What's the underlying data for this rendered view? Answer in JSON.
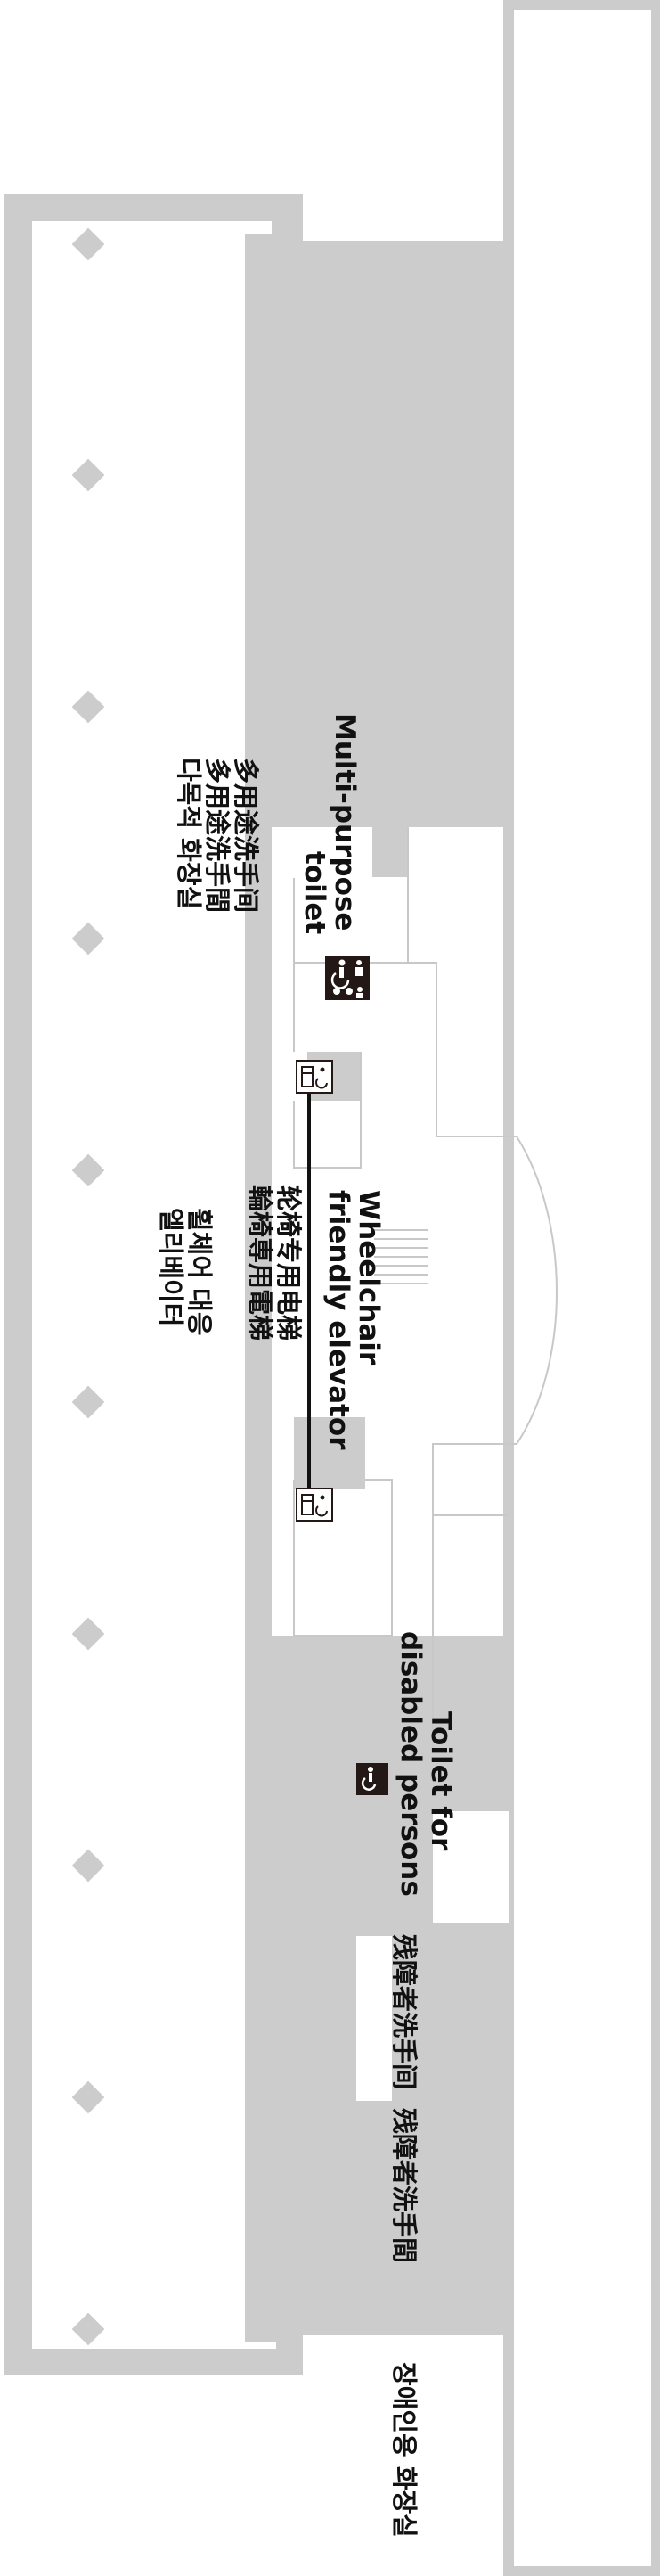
{
  "colors": {
    "wall": "#d0d0d0",
    "outline": "#c8c8c8",
    "text": "#111111",
    "sign_bg": "#231815",
    "route_line": "#111111"
  },
  "labels": {
    "multi_purpose": {
      "en_line1": "Multi-purpose",
      "en_line2": "toilet",
      "zh_cn": "多用途洗手间",
      "zh_tw": "多用途洗手間",
      "ko": "다목적 화장실"
    },
    "elevator": {
      "en_line1": "Wheelchair",
      "en_line2": "friendly elevator",
      "zh_cn": "轮椅专用电梯",
      "zh_tw": "輪椅専用電梯",
      "ko_line1": "휠체어 대응",
      "ko_line2": "엘리베이터"
    },
    "disabled_toilet": {
      "en_line1": "Toilet for",
      "en_line2": "disabled persons",
      "zh_cn": "残障者洗手间",
      "zh_tw": "残障者洗手間",
      "ko": "장애인용 화장실"
    }
  },
  "icons": [
    "wheelchair-icon",
    "baby-changing-icon",
    "ostomate-icon",
    "elevator-wheelchair-icon"
  ]
}
